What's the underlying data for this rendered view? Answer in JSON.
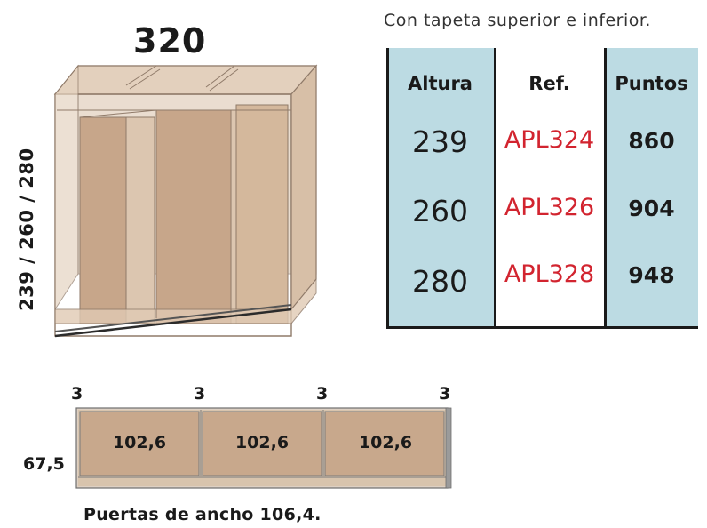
{
  "width_title": "320",
  "heights_label": "239 / 260 / 280",
  "note": "Con tapeta superior e inferior.",
  "table": {
    "headers": [
      "Altura",
      "Ref.",
      "Puntos"
    ],
    "rows": [
      {
        "altura": "239",
        "ref": "APL324",
        "puntos": "860"
      },
      {
        "altura": "260",
        "ref": "APL326",
        "puntos": "904"
      },
      {
        "altura": "280",
        "ref": "APL328",
        "puntos": "948"
      }
    ]
  },
  "front_view": {
    "gaps": [
      "3",
      "3",
      "3",
      "3"
    ],
    "panels": [
      "102,6",
      "102,6",
      "102,6"
    ],
    "height": "67,5"
  },
  "doors_note": "Puertas de ancho 106,4.",
  "colors": {
    "wood": "#c8a88c",
    "table_blue": "#bcdbe3",
    "ref_red": "#d2242f"
  }
}
